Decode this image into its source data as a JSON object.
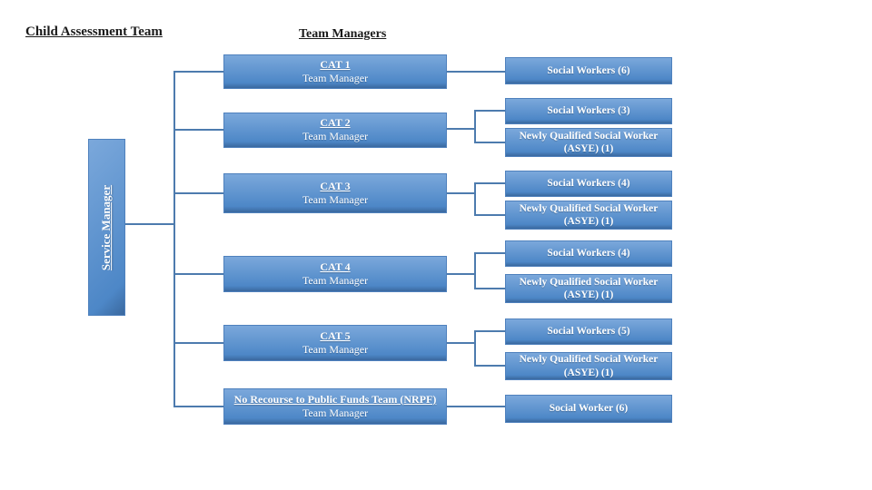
{
  "page": {
    "left_heading": "Child Assessment Team",
    "right_heading": "Team Managers"
  },
  "service_manager": {
    "label": "Service Manager"
  },
  "teams": [
    {
      "title": "CAT 1",
      "subtitle": "Team Manager",
      "staff": [
        "Social Workers (6)"
      ]
    },
    {
      "title": "CAT 2",
      "subtitle": "Team Manager",
      "staff": [
        "Social Workers (3)",
        "Newly Qualified Social Worker (ASYE) (1)"
      ]
    },
    {
      "title": "CAT 3",
      "subtitle": "Team Manager",
      "staff": [
        "Social Workers (4)",
        "Newly Qualified Social Worker (ASYE) (1)"
      ]
    },
    {
      "title": "CAT 4",
      "subtitle": "Team Manager",
      "staff": [
        "Social Workers (4)",
        "Newly Qualified Social Worker (ASYE) (1)"
      ]
    },
    {
      "title": "CAT 5",
      "subtitle": "Team Manager",
      "staff": [
        "Social Workers (5)",
        "Newly Qualified Social Worker (ASYE) (1)"
      ]
    },
    {
      "title": "No Recourse to Public Funds Team (NRPF)",
      "subtitle": "Team Manager",
      "staff": [
        "Social Worker (6)"
      ]
    }
  ],
  "colors": {
    "line": "#4d7bae",
    "box_border": "#4f81bd",
    "box_top": "#7ba8db",
    "box_mid": "#4d87c7",
    "box_bottom": "#3a689e",
    "heading": "#1a1a1a"
  }
}
